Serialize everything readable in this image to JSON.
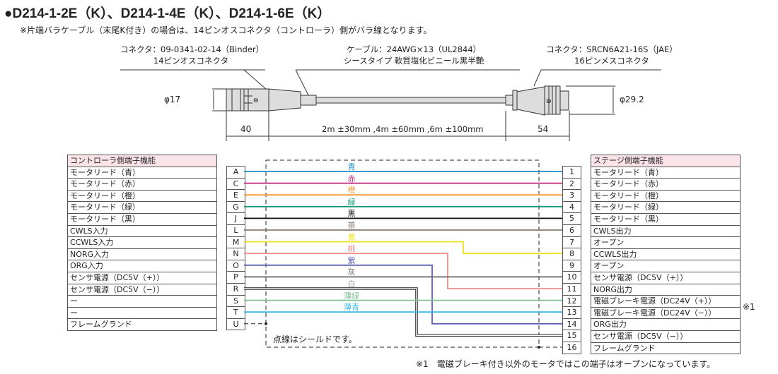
{
  "title": "●D214-1-2E（K）、D214-1-4E（K）、D214-1-6E（K）",
  "subtitle": "※片端バラケーブル（末尾K付き）の場合は、14ピンオスコネクタ（コントローラ）側がバラ線となります。",
  "left_connector": {
    "line1": "コネクタ：09-0341-02-14（Binder）",
    "line2": "14ピンオスコネクタ",
    "diameter": "φ17",
    "length": "40"
  },
  "cable": {
    "line1": "ケーブル：24AWG×13（UL2844）",
    "line2": "シースタイプ 軟質塩化ビニール黒半艶",
    "length": "2m ±30mm ,4m ±60mm ,6m ±100mm"
  },
  "right_connector": {
    "line1": "コネクタ：SRCN6A21-16S（JAE）",
    "line2": "16ピンメスコネクタ",
    "diameter": "φ29.2",
    "length": "54"
  },
  "left_table": {
    "header": "コントローラ側端子機能",
    "rows": [
      "モータリード（青）",
      "モータリード（赤）",
      "モータリード（橙）",
      "モータリード（緑）",
      "モータリード（黒）",
      "CWLS入力",
      "CCWLS入力",
      "NORG入力",
      "ORG入力",
      "センサ電源（DC5V（+））",
      "センサ電源（DC5V（−））",
      "ー",
      "ー",
      "フレームグランド"
    ],
    "pins": [
      "A",
      "C",
      "E",
      "G",
      "J",
      "L",
      "M",
      "N",
      "O",
      "P",
      "R",
      "S",
      "T",
      "U"
    ]
  },
  "right_table": {
    "header": "ステージ側端子機能",
    "rows": [
      "モータリード（青）",
      "モータリード（赤）",
      "モータリード（橙）",
      "モータリード（緑）",
      "モータリード（黒）",
      "CWLS出力",
      "オープン",
      "CCWLS出力",
      "オープン",
      "センサ電源（DC5V（+））",
      "NORG出力",
      "電磁ブレーキ電源（DC24V（+））",
      "電磁ブレーキ電源（DC24V（−））",
      "ORG出力",
      "センサ電源（DC5V（−））",
      "フレームグランド"
    ],
    "pins": [
      "1",
      "2",
      "3",
      "4",
      "5",
      "6",
      "7",
      "8",
      "9",
      "10",
      "11",
      "12",
      "13",
      "14",
      "15",
      "16"
    ]
  },
  "wires": [
    {
      "label": "青",
      "color": "#1b8fc4",
      "from": 0,
      "to": 0
    },
    {
      "label": "赤",
      "color": "#c0247a",
      "from": 1,
      "to": 1
    },
    {
      "label": "橙",
      "color": "#f29a3a",
      "from": 2,
      "to": 2
    },
    {
      "label": "緑",
      "color": "#1a9a7a",
      "from": 3,
      "to": 3
    },
    {
      "label": "黒",
      "color": "#111111",
      "from": 4,
      "to": 4
    },
    {
      "label": "茶",
      "color": "#8a7b6c",
      "from": 5,
      "to": 5
    },
    {
      "label": "黄",
      "color": "#f0e21a",
      "from": 6,
      "to": 7
    },
    {
      "label": "桃",
      "color": "#f08c8c",
      "from": 7,
      "to": 10
    },
    {
      "label": "紫",
      "color": "#6060b0",
      "from": 8,
      "to": 13
    },
    {
      "label": "灰",
      "color": "#666666",
      "from": 9,
      "to": 9
    },
    {
      "label": "白",
      "color": "#aaaaaa",
      "from": 10,
      "to": 14
    },
    {
      "label": "薄緑",
      "color": "#7fc08f",
      "from": 11,
      "to": 11
    },
    {
      "label": "薄青",
      "color": "#3ab8e0",
      "from": 12,
      "to": 12
    }
  ],
  "shield_note": "点線はシールドです。",
  "note_mark": "※1",
  "footnote": "※1　電磁ブレーキ付き以外のモータではこの端子はオープンになっています。"
}
